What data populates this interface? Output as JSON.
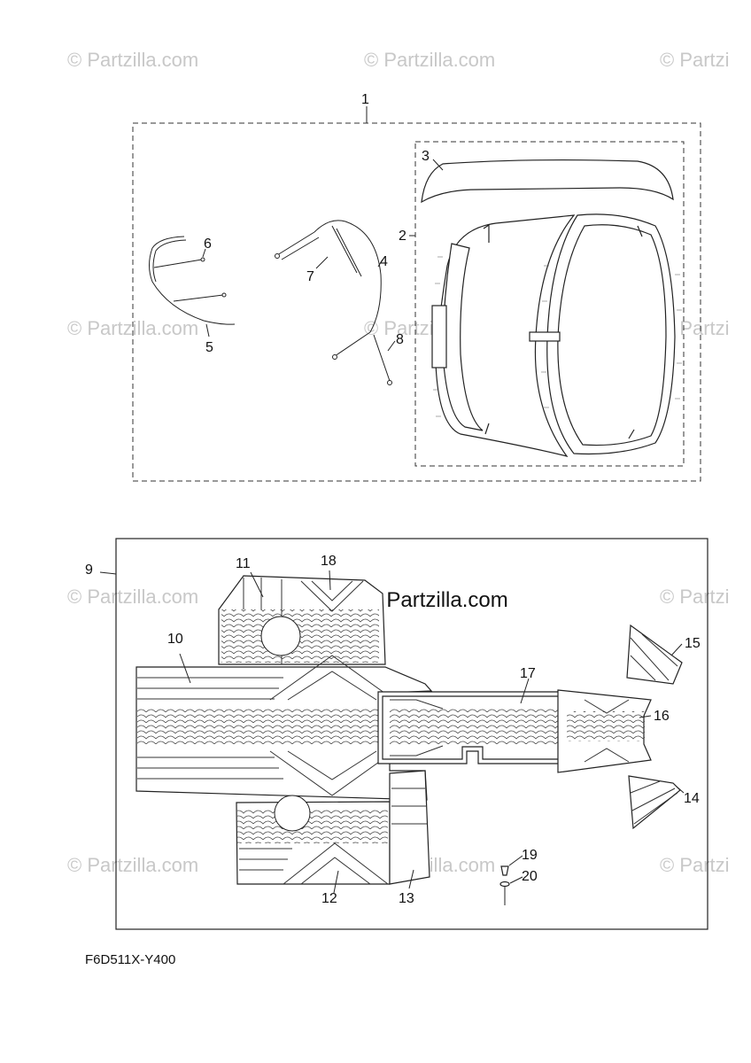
{
  "watermark": {
    "text": "© Partzilla.com",
    "text_cropped": "© Partzi"
  },
  "callouts": {
    "c1": "1",
    "c2": "2",
    "c3": "3",
    "c4": "4",
    "c5": "5",
    "c6": "6",
    "c7": "7",
    "c8": "8",
    "c9": "9",
    "c10": "10",
    "c11": "11",
    "c12": "12",
    "c13": "13",
    "c14": "14",
    "c15": "15",
    "c16": "16",
    "c17": "17",
    "c18": "18",
    "c19": "19",
    "c20": "20"
  },
  "figure_code": "F6D511X-Y400"
}
